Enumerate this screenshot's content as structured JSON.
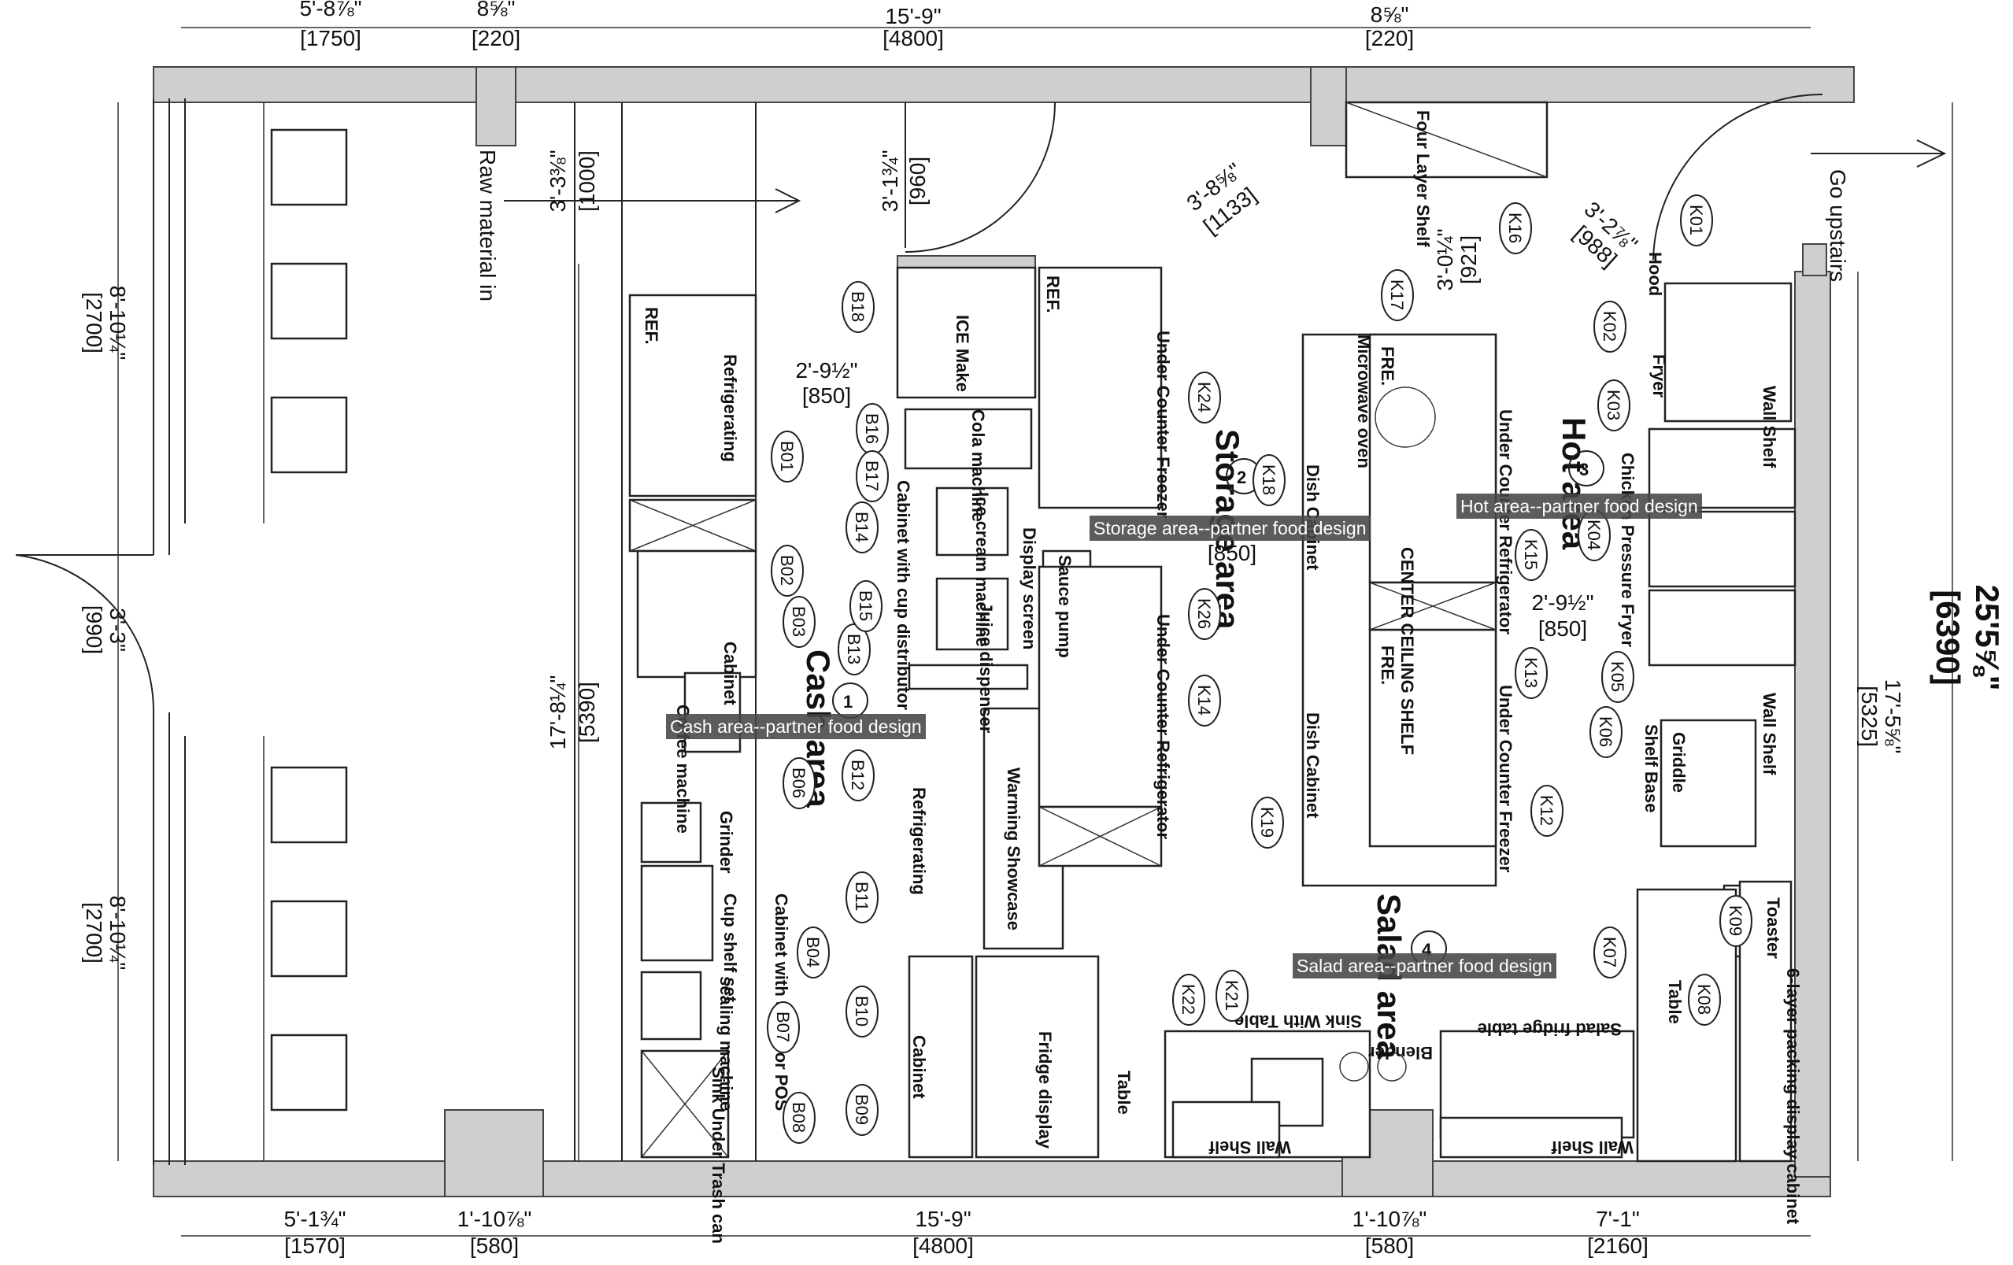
{
  "dimensions": {
    "top": [
      {
        "ft": "5'-8⅞\"",
        "mm": "[1750]"
      },
      {
        "ft": "8⅝\"",
        "mm": "[220]"
      },
      {
        "ft": "15'-9\"",
        "mm": "[4800]"
      },
      {
        "ft": "8⅝\"",
        "mm": "[220]"
      }
    ],
    "bottom": [
      {
        "ft": "5'-1¾\"",
        "mm": "[1570]"
      },
      {
        "ft": "1'-10⅞\"",
        "mm": "[580]"
      },
      {
        "ft": "15'-9\"",
        "mm": "[4800]"
      },
      {
        "ft": "1'-10⅞\"",
        "mm": "[580]"
      },
      {
        "ft": "7'-1\"",
        "mm": "[2160]"
      }
    ],
    "left": [
      {
        "ft": "8'-10¼\"",
        "mm": "[2700]"
      },
      {
        "ft": "3'-3\"",
        "mm": "[990]"
      },
      {
        "ft": "8'-10¼\"",
        "mm": "[2700]"
      }
    ],
    "inner_left": {
      "ft": "17'-8¼\"",
      "mm": "[5390]"
    },
    "right_inner": {
      "ft": "17'-5⅝\"",
      "mm": "[5325]"
    },
    "right_total": {
      "ft": "25'5⅝\"",
      "mm": "[6390]"
    },
    "raw_in": {
      "ft": "3'-3⅜\"",
      "mm": "[1000]"
    },
    "door": {
      "ft": "3'-1¾\"",
      "mm": "[960]"
    },
    "diag1": {
      "ft": "3'-8⅝\"",
      "mm": "[1133]"
    },
    "diag2": {
      "ft": "3'-2⅞\"",
      "mm": "[988]"
    },
    "k17": {
      "ft": "3'-0¼\"",
      "mm": "[921]"
    },
    "aisle1": {
      "ft": "2'-9½\"",
      "mm": "[850]"
    },
    "aisle2": {
      "ft": "2'-9½\"",
      "mm": "[850]"
    },
    "aisle3": {
      "ft": "[850]"
    }
  },
  "text_labels": {
    "raw_material": "Raw material in",
    "go_upstairs": "Go upstairs",
    "four_layer_shelf": "Four Layer Shelf",
    "ice_make": "ICE Make",
    "cola_machine": "Cola machine",
    "ice_cream": "Ice cream machine",
    "juice": "Juice dispenser",
    "sauce_pump": "Sauce pump",
    "display_screen": "Display screen",
    "cup_dist": "Cabinet with cup distributor",
    "refrigerating_top": "Refrigerating",
    "refrigerating_mid": "Refrigerating",
    "warming": "Warming Showcase",
    "fridge_display": "Fridge display",
    "cabinet_lower": "Cabinet",
    "under_counter_freezer": "Under Counter Freezer",
    "under_counter_refrigerator": "Under Counter Refrigerator",
    "microwave": "Microwave oven",
    "dish_cabinet1": "Dish Cabinet",
    "dish_cabinet2": "Dish Cabinet",
    "center_shelf": "CENTER CEILING SHELF",
    "under_counter_fridge_hot": "Under Counter Refrigerator",
    "under_counter_freezer_hot": "Under Counter Freezer",
    "fryer": "Fryer",
    "hood": "Hood",
    "pressure_fryer": "Chicken Pressure Fryer",
    "wall_shelf1": "Wall Shelf",
    "wall_shelf2": "Wall Shelf",
    "griddle": "Griddle",
    "shelf_base": "Shelf Base",
    "toaster": "Toaster",
    "table_right": "Table",
    "packing": "6-layer packing display cabinet",
    "wall_shelf3": "Wall Shelf",
    "salad_fridge": "Salad fridge table",
    "sink_table": "Sink With Table",
    "blender": "Blender",
    "wall_shelf_salad": "Wall Shelf",
    "wall_shelf_bottom": "Wall Shelf",
    "table_mid": "Table",
    "cabinet_cash": "Cabinet",
    "coffee": "Coffee machine",
    "grinder": "Grinder",
    "cup_shelf": "Cup shelf set",
    "pos_cabinet": "Cabinet with shelf for POS",
    "sealing": "sealing machine",
    "sink_trash": "Sink Under Trash can",
    "ref_label": "REF.",
    "fre_label": "FRE.",
    "storage_area": "Storage area",
    "hot_area": "Hot area",
    "cash_area": "Cash area",
    "salad_area": "Salad area"
  },
  "area_numbers": {
    "cash": "1",
    "storage": "2",
    "hot": "3",
    "salad": "4"
  },
  "tags": {
    "B01": "B01",
    "B02": "B02",
    "B03": "B03",
    "B04": "B04",
    "B06": "B06",
    "B07": "B07",
    "B08": "B08",
    "B09": "B09",
    "B10": "B10",
    "B11": "B11",
    "B12": "B12",
    "B13": "B13",
    "B14": "B14",
    "B15": "B15",
    "B16": "B16",
    "B17": "B17",
    "B18": "B18",
    "K01": "K01",
    "K02": "K02",
    "K03": "K03",
    "K04": "K04",
    "K05": "K05",
    "K06": "K06",
    "K07": "K07",
    "K08": "K08",
    "K09": "K09",
    "K12": "K12",
    "K13": "K13",
    "K14": "K14",
    "K15": "K15",
    "K16": "K16",
    "K17": "K17",
    "K18": "K18",
    "K19": "K19",
    "K21": "K21",
    "K22": "K22",
    "K24": "K24",
    "K26": "K26"
  },
  "overlays": {
    "storage": "Storage area--partner food design",
    "hot": "Hot area--partner food design",
    "cash": "Cash area--partner food design",
    "salad": "Salad area--partner food design"
  }
}
